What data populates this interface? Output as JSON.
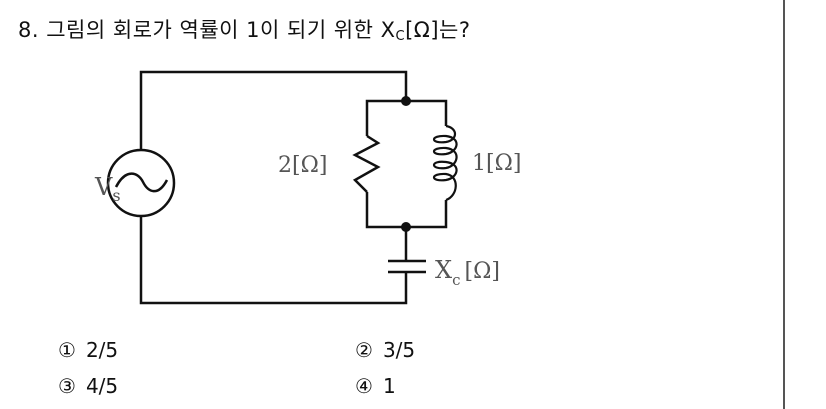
{
  "question": {
    "number": "8.",
    "text_before": "그림의 회로가 역률이 1이 되기 위한 X",
    "subscript": "C",
    "text_after": "[Ω]는?"
  },
  "circuit": {
    "source_label": "V",
    "source_sub": "s",
    "resistor_label": "2[Ω]",
    "inductor_label": "1[Ω]",
    "capacitor_label": "X",
    "capacitor_sub": "c",
    "capacitor_unit": "[Ω]"
  },
  "choices": [
    {
      "num": "①",
      "value": "2/5"
    },
    {
      "num": "②",
      "value": "3/5"
    },
    {
      "num": "③",
      "value": "4/5"
    },
    {
      "num": "④",
      "value": "1"
    }
  ]
}
